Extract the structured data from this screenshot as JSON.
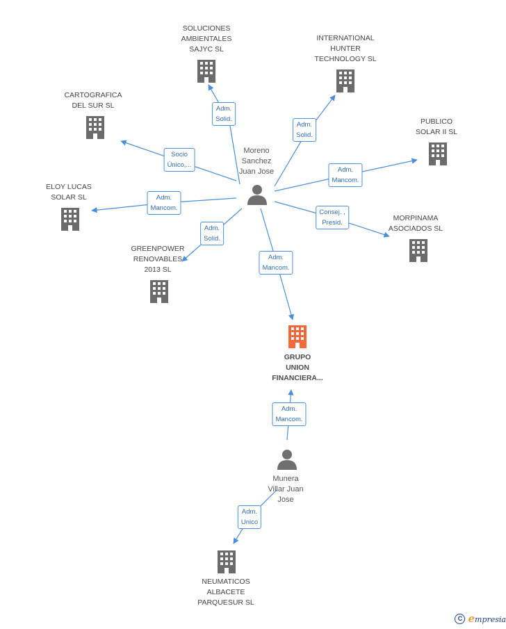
{
  "colors": {
    "edge": "#4a8fd8",
    "building": "#6b6b6b",
    "focus": "#f26a3c",
    "person": "#6f6f6f"
  },
  "nodes": [
    {
      "id": "soluciones",
      "type": "company",
      "label": "SOLUCIONES\nAMBIENTALES\nSAJYC SL"
    },
    {
      "id": "international",
      "type": "company",
      "label": "INTERNATIONAL\nHUNTER\nTECHNOLOGY SL"
    },
    {
      "id": "cartografica",
      "type": "company",
      "label": "CARTOGRAFICA\nDEL SUR SL"
    },
    {
      "id": "publico",
      "type": "company",
      "label": "PUBLICO\nSOLAR II SL"
    },
    {
      "id": "eloy",
      "type": "company",
      "label": "ELOY LUCAS\nSOLAR SL"
    },
    {
      "id": "morpinama",
      "type": "company",
      "label": "MORPINAMA\nASOCIADOS  SL"
    },
    {
      "id": "greenpower",
      "type": "company",
      "label": "GREENPOWER\nRENOVABLES\n2013  SL"
    },
    {
      "id": "grupo",
      "type": "focus",
      "label": "GRUPO\nUNION\nFINANCIERA..."
    },
    {
      "id": "moreno",
      "type": "person",
      "label": "Moreno\nSanchez\nJuan Jose"
    },
    {
      "id": "munera",
      "type": "person",
      "label": "Munera\nVillar Juan\nJose"
    },
    {
      "id": "neumaticos",
      "type": "company",
      "label": "NEUMATICOS\nALBACETE\nPARQUESUR SL"
    }
  ],
  "edges": [
    {
      "from": "moreno",
      "to": "soluciones",
      "label": "Adm.\nSolid."
    },
    {
      "from": "moreno",
      "to": "international",
      "label": "Adm.\nSolid."
    },
    {
      "from": "moreno",
      "to": "cartografica",
      "label": "Socio\nÚnico,..."
    },
    {
      "from": "moreno",
      "to": "publico",
      "label": "Adm.\nMancom."
    },
    {
      "from": "moreno",
      "to": "eloy",
      "label": "Adm.\nMancom."
    },
    {
      "from": "moreno",
      "to": "morpinama",
      "label": "Consej. ,\nPresid."
    },
    {
      "from": "moreno",
      "to": "greenpower",
      "label": "Adm.\nSolid."
    },
    {
      "from": "moreno",
      "to": "grupo",
      "label": "Adm.\nMancom."
    },
    {
      "from": "munera",
      "to": "grupo",
      "label": "Adm.\nMancom."
    },
    {
      "from": "munera",
      "to": "neumaticos",
      "label": "Adm.\nUnico"
    }
  ],
  "footer": {
    "copyright_symbol": "C",
    "brand_initial": "e",
    "brand_rest": "mpresia"
  }
}
